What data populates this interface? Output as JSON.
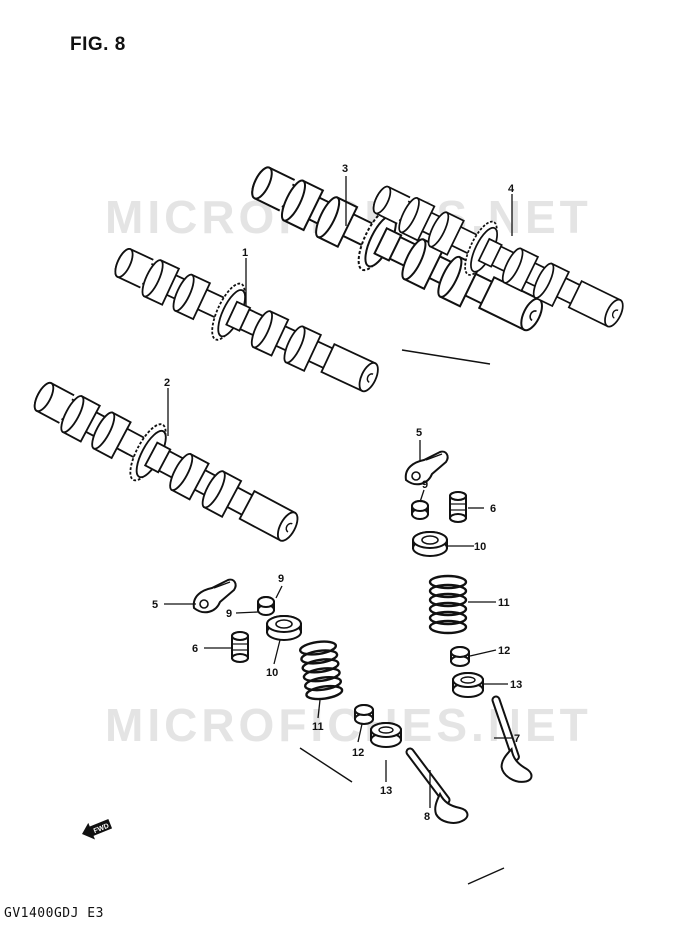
{
  "figure": {
    "title": "FIG. 8"
  },
  "watermark": {
    "text": "MICROFICHES.NET"
  },
  "footer": {
    "code": "GV1400GDJ E3"
  },
  "fwd_badge": {
    "text": "FWD"
  },
  "callouts": [
    {
      "label": "1"
    },
    {
      "label": "2"
    },
    {
      "label": "3"
    },
    {
      "label": "4"
    },
    {
      "label": "5"
    },
    {
      "label": "9"
    },
    {
      "label": "6"
    },
    {
      "label": "10"
    },
    {
      "label": "11"
    },
    {
      "label": "12"
    },
    {
      "label": "13"
    },
    {
      "label": "7"
    },
    {
      "label": "8"
    },
    {
      "label": "5"
    },
    {
      "label": "9"
    },
    {
      "label": "9"
    },
    {
      "label": "6"
    },
    {
      "label": "10"
    },
    {
      "label": "11"
    },
    {
      "label": "12"
    },
    {
      "label": "13"
    }
  ]
}
